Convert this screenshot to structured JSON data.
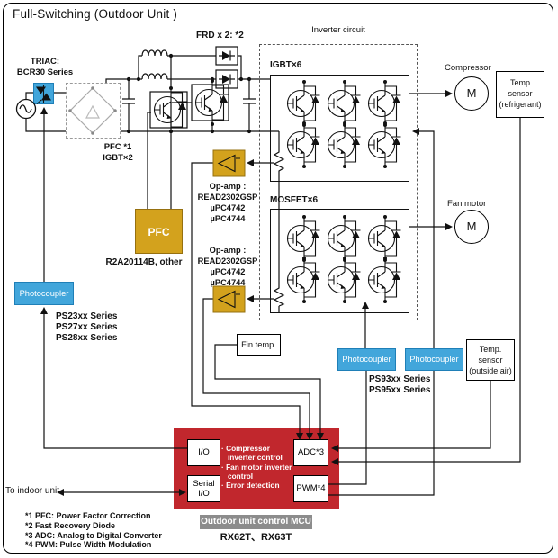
{
  "title": "Full-Switching (Outdoor Unit )",
  "colors": {
    "blue": "#42A6DB",
    "gold": "#D3A21D",
    "red": "#C1272D",
    "gray": "#8C8C8C",
    "wire": "#111111"
  },
  "power": {
    "triac": [
      "TRIAC:",
      "BCR30 Series"
    ],
    "frd_note": "FRD x 2: *2",
    "pfc_switch": [
      "PFC *1",
      "IGBT×2"
    ],
    "pfc_controller": {
      "label": "PFC",
      "part": "R2A20114B, other"
    }
  },
  "inverter": {
    "title": "Inverter circuit",
    "igbt_label": "IGBT×6",
    "mosfet_label": "MOSFET×6"
  },
  "opamps": {
    "title": "Op-amp :",
    "parts": [
      "READ2302GSP",
      "µPC4742",
      "µPC4744"
    ]
  },
  "photocouplers": {
    "label": "Photocoupler",
    "triac_side_parts": [
      "PS23xx Series",
      "PS27xx Series",
      "PS28xx Series"
    ],
    "inverter_side_parts": [
      "PS93xx Series",
      "PS95xx Series"
    ]
  },
  "sensors": {
    "fin": "Fin temp.",
    "refrigerant": [
      "Temp",
      "sensor",
      "(refrigerant)"
    ],
    "outside_air": [
      "Temp.",
      "sensor",
      "(outside air)"
    ]
  },
  "loads": {
    "compressor": "Compressor",
    "fan": "Fan motor",
    "motor_symbol": "M"
  },
  "mcu": {
    "io": "I/O",
    "serial": [
      "Serial",
      "I/O"
    ],
    "adc": "ADC*3",
    "pwm": "PWM*4",
    "functions": [
      "Compressor inverter control",
      "Fan motor inverter control",
      "Error detection"
    ],
    "caption": "Outdoor unit control MCU",
    "part": "RX62T、RX63T"
  },
  "external": {
    "to_indoor": "To indoor unit"
  },
  "footnotes": [
    "*1 PFC: Power Factor Correction",
    "*2 Fast Recovery Diode",
    "*3 ADC: Analog to Digital Converter",
    "*4 PWM: Pulse Width Modulation"
  ],
  "icons": {
    "ac_source": "sine-wave-circle",
    "triac": "triac-symbol",
    "rectifier": "diode-bridge",
    "inductor": "coil",
    "capacitor": "capacitor",
    "frd": "fast-recovery-diode",
    "igbt_cell": "igbt-with-freewheel-diode",
    "shunt": "resistor",
    "opamp": "opamp-triangle",
    "motor": "motor-circle",
    "junction": "junction-dot",
    "arrow": "arrowhead"
  }
}
